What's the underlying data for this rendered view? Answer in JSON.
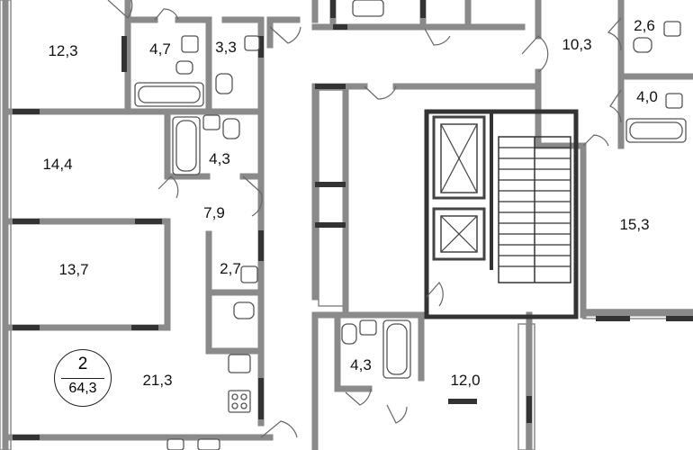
{
  "rooms": [
    {
      "id": "r1",
      "area": "12,3"
    },
    {
      "id": "r2",
      "area": "4,7"
    },
    {
      "id": "r3",
      "area": "3,3"
    },
    {
      "id": "r4",
      "area": "14,4"
    },
    {
      "id": "r5",
      "area": "4,3"
    },
    {
      "id": "r6",
      "area": "7,9"
    },
    {
      "id": "r7",
      "area": "13,7"
    },
    {
      "id": "r8",
      "area": "2,7"
    },
    {
      "id": "r9",
      "area": "21,3"
    },
    {
      "id": "r10",
      "area": "10,3"
    },
    {
      "id": "r11",
      "area": "2,6"
    },
    {
      "id": "r12",
      "area": "4,0"
    },
    {
      "id": "r13",
      "area": "15,3"
    },
    {
      "id": "r14",
      "area": "4,3"
    },
    {
      "id": "r15",
      "area": "12,0"
    }
  ],
  "apartment_badge": {
    "rooms_count": "2",
    "total_area": "64,3"
  },
  "colors": {
    "wall": "#8a8a8a",
    "wall_dark": "#333333",
    "fixture": "#555555",
    "background": "#ffffff"
  }
}
